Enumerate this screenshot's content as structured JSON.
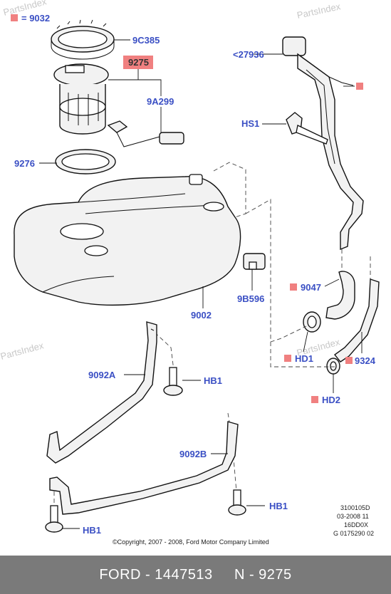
{
  "watermark": "PartsIndex",
  "legend": {
    "code": "= 9032",
    "marker_color": "#f08080"
  },
  "labels": {
    "p9C385": "9C385",
    "p9275": "9275",
    "p9A299": "9A299",
    "p27936": "<27936",
    "pHS1": "HS1",
    "p9276": "9276",
    "p9002": "9002",
    "p9B596": "9B596",
    "p9047": "9047",
    "pHD1": "HD1",
    "p9324": "9324",
    "pHD2": "HD2",
    "p9092A": "9092A",
    "pHB1a": "HB1",
    "p9092B": "9092B",
    "pHB1b": "HB1",
    "pHB1c": "HB1"
  },
  "meta": {
    "line1": "3100105D",
    "line2": "03-2008 11",
    "line3": "16DD0X",
    "line4": "G 0175290 02"
  },
  "copyright": "©Copyright, 2007 - 2008, Ford Motor Company Limited",
  "footer": {
    "left": "FORD - 1447513",
    "right": "N - 9275"
  },
  "colors": {
    "label": "#3a4fc4",
    "highlight": "#f08080",
    "footer_bg": "#7a7a7a"
  }
}
